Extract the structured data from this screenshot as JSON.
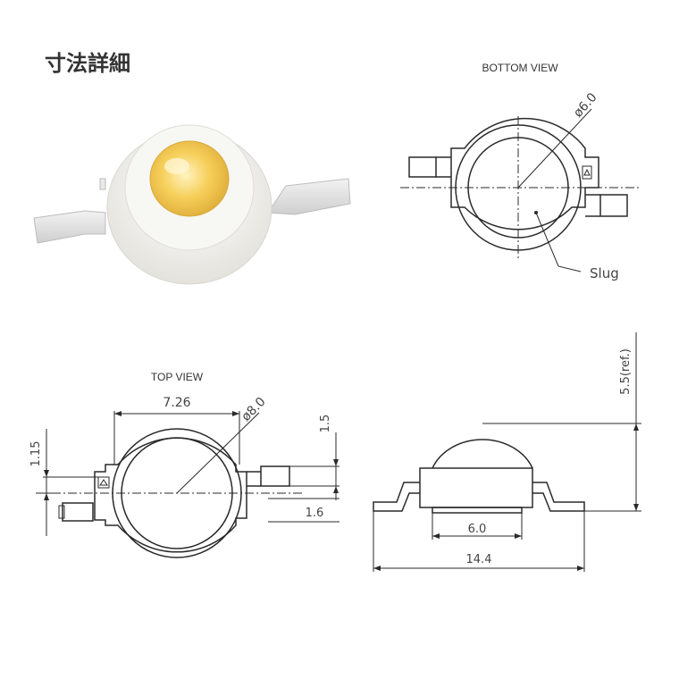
{
  "title": "寸法詳細",
  "bottom_view": {
    "heading": "BOTTOM VIEW",
    "diameter_label": "ø6.0",
    "slug_label": "Slug"
  },
  "top_view": {
    "heading": "TOP VIEW",
    "width_label": "7.26",
    "diameter_label": "ø8.0",
    "left_height_label": "1.15",
    "pad_height_label": "1.5",
    "pad_width_label": "1.6"
  },
  "side_view": {
    "height_label": "5.5(ref.)",
    "slug_width_label": "6.0",
    "total_width_label": "14.4"
  },
  "colors": {
    "led_body": "#f1f0ec",
    "led_lens": "#f6cf5a",
    "lead_metal": "#dcdcdc",
    "drawing_line": "#2a2a2a"
  }
}
